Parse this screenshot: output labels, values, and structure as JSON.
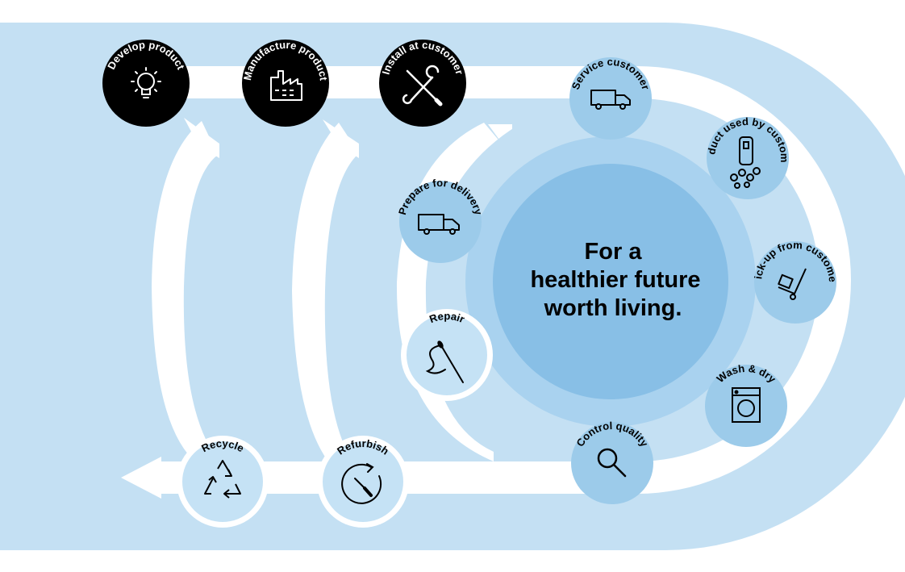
{
  "colors": {
    "background_band": "#c4e0f3",
    "path_white": "#ffffff",
    "hub_light": "#9ccbea",
    "hub_dark": "#88bfe6",
    "node_blue": "#9ccbea",
    "node_pale": "#c5e2f5",
    "node_black": "#000000",
    "text_dark": "#000000"
  },
  "center": {
    "line1": "For a",
    "line2": "healthier future",
    "line3": "worth living."
  },
  "nodes": {
    "develop_product": {
      "label": "Develop product",
      "icon": "lightbulb-icon"
    },
    "manufacture_product": {
      "label": "Manufacture product",
      "icon": "factory-icon"
    },
    "install_at_customer": {
      "label": "Install at customer",
      "icon": "tools-icon"
    },
    "service_customer": {
      "label": "Service customer",
      "icon": "truck-icon"
    },
    "product_used": {
      "label": "Product used by customer",
      "icon": "shaver-icon"
    },
    "pickup": {
      "label": "Pick-up from customer",
      "icon": "hand-truck-icon"
    },
    "wash_dry": {
      "label": "Wash & dry",
      "icon": "washing-machine-icon"
    },
    "control_quality": {
      "label": "Control quality",
      "icon": "magnifier-icon"
    },
    "repair": {
      "label": "Repair",
      "icon": "needle-thread-icon"
    },
    "prepare_delivery": {
      "label": "Prepare for delivery",
      "icon": "truck-icon"
    },
    "refurbish": {
      "label": "Refurbish",
      "icon": "screwdriver-cycle-icon"
    },
    "recycle": {
      "label": "Recycle",
      "icon": "recycle-icon"
    }
  }
}
